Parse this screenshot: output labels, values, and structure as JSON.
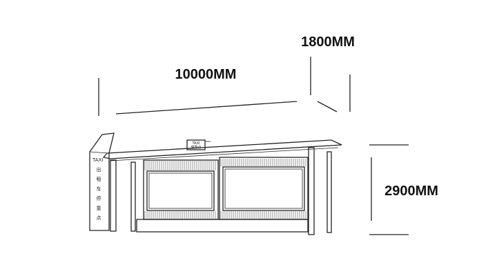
{
  "dimensions": {
    "depth": "1800MM",
    "length": "10000MM",
    "height": "2900MM"
  },
  "kiosk_sign": {
    "top": "TAXI",
    "vertical_chars": [
      "出",
      "租",
      "车",
      "停",
      "靠",
      "点"
    ]
  },
  "roof_sign": {
    "top": "TAXI",
    "bottom": "停靠点"
  }
}
